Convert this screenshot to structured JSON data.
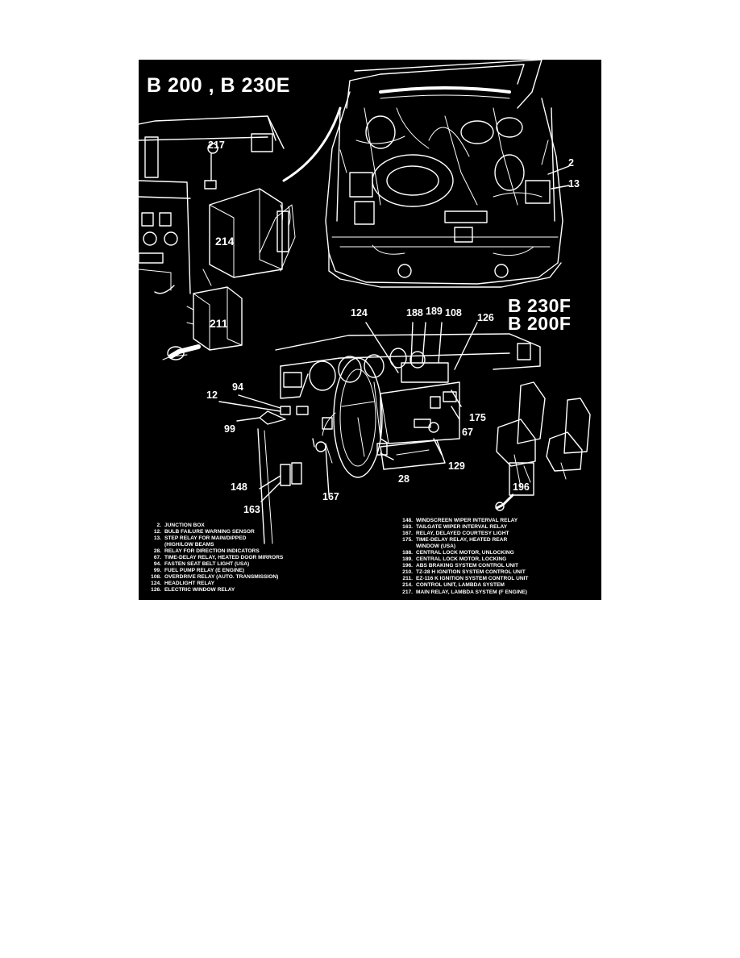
{
  "titles": {
    "top_left": "B 200 , B 230E",
    "right_1": "B 230F",
    "right_2": "B 200F"
  },
  "callouts": {
    "c2": "2",
    "c13": "13",
    "c217": "217",
    "c214": "214",
    "c211": "211",
    "c124": "124",
    "c188": "188",
    "c189": "189",
    "c108": "108",
    "c126": "126",
    "c94": "94",
    "c12": "12",
    "c99": "99",
    "c175": "175",
    "c67": "67",
    "c129": "129",
    "c28": "28",
    "c148": "148",
    "c163": "163",
    "c167": "167",
    "c196": "196"
  },
  "legend_left": [
    {
      "num": "2.",
      "text": "JUNCTION BOX"
    },
    {
      "num": "12.",
      "text": "BULB FAILURE WARNING SENSOR"
    },
    {
      "num": "13.",
      "text": "STEP RELAY FOR MAIN/DIPPED"
    },
    {
      "num": "",
      "text": "(HIGH/LOW BEAMS"
    },
    {
      "num": "28.",
      "text": "RELAY FOR DIRECTION INDICATORS"
    },
    {
      "num": "67.",
      "text": "TIME-DELAY RELAY, HEATED DOOR MIRRORS"
    },
    {
      "num": "94.",
      "text": "FASTEN SEAT BELT LIGHT (USA)"
    },
    {
      "num": "99.",
      "text": "FUEL PUMP RELAY (E ENGINE)"
    },
    {
      "num": "108.",
      "text": "OVERDRIVE RELAY (AUTO. TRANSMISSION)"
    },
    {
      "num": "124.",
      "text": "HEADLIGHT RELAY"
    },
    {
      "num": "126.",
      "text": "ELECTRIC WINDOW RELAY"
    }
  ],
  "legend_right": [
    {
      "num": "148.",
      "text": "WINDSCREEN WIPER INTERVAL RELAY"
    },
    {
      "num": "163.",
      "text": "TAILGATE WIPER INTERVAL RELAY"
    },
    {
      "num": "167.",
      "text": "RELAY, DELAYED COURTESY LIGHT"
    },
    {
      "num": "175.",
      "text": "TIME-DELAY RELAY, HEATED REAR"
    },
    {
      "num": "",
      "text": "WINDOW (USA)"
    },
    {
      "num": "188.",
      "text": "CENTRAL LOCK MOTOR, UNLOCKING"
    },
    {
      "num": "189.",
      "text": "CENTRAL LOCK MOTOR, LOCKING"
    },
    {
      "num": "196.",
      "text": "ABS BRAKING SYSTEM CONTROL UNIT"
    },
    {
      "num": "210.",
      "text": "TZ-28 H IGNITION SYSTEM CONTROL UNIT"
    },
    {
      "num": "211.",
      "text": "EZ-116 K IGNITION SYSTEM CONTROL UNIT"
    },
    {
      "num": "214.",
      "text": "CONTROL UNIT, LAMBDA SYSTEM"
    },
    {
      "num": "217.",
      "text": "MAIN RELAY, LAMBDA SYSTEM (F ENGINE)"
    }
  ]
}
